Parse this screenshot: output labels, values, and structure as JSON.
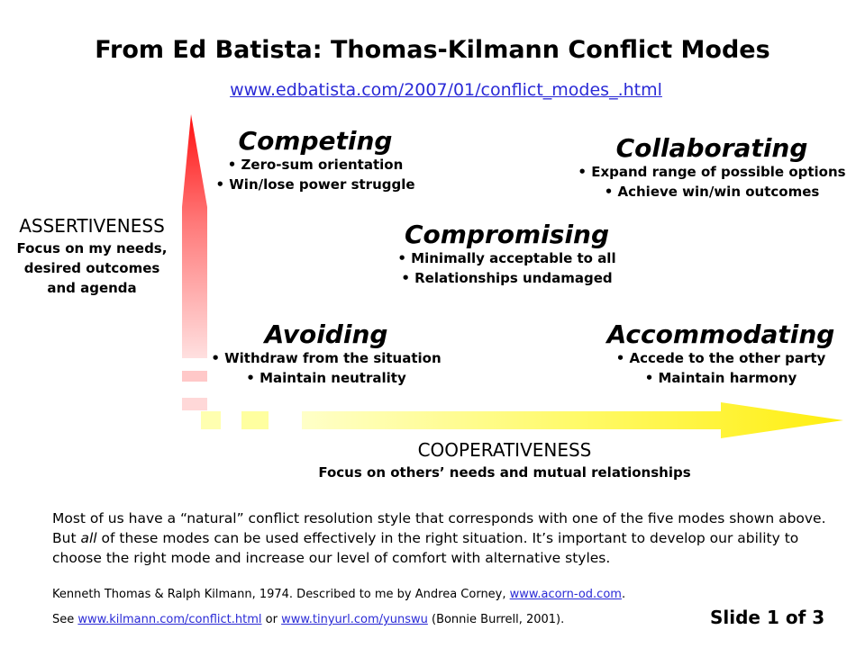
{
  "title": "From Ed Batista: Thomas-Kilmann Conflict Modes",
  "source_link": "www.edbatista.com/2007/01/conflict_modes_.html",
  "modes": {
    "competing": {
      "name": "Competing",
      "bullets": [
        "• Zero-sum orientation",
        "• Win/lose power struggle"
      ]
    },
    "collaborating": {
      "name": "Collaborating",
      "bullets": [
        "• Expand range of possible options",
        "• Achieve win/win outcomes"
      ]
    },
    "compromising": {
      "name": "Compromising",
      "bullets": [
        "• Minimally acceptable to all",
        "• Relationships undamaged"
      ]
    },
    "avoiding": {
      "name": "Avoiding",
      "bullets": [
        "• Withdraw from the situation",
        "• Maintain neutrality"
      ]
    },
    "accommodating": {
      "name": "Accommodating",
      "bullets": [
        "• Accede to the other party",
        "• Maintain harmony"
      ]
    }
  },
  "y_axis": {
    "title": "ASSERTIVENESS",
    "lines": [
      "Focus on my needs,",
      "desired outcomes",
      "and agenda"
    ],
    "color": "#ff2222"
  },
  "x_axis": {
    "title": "COOPERATIVENESS",
    "subtitle": "Focus on others’ needs and mutual relationships",
    "color": "#ffee22"
  },
  "note": {
    "part1": "Most of us have a “natural” conflict resolution style that corresponds with one of the five modes shown above.  But ",
    "emphasis": "all",
    "part2": " of these modes can be used effectively in the right situation.  It’s important to develop our ability to choose the right mode and increase our level of comfort with alternative styles."
  },
  "references": {
    "line1_text": "Kenneth Thomas & Ralph Kilmann, 1974.   Described to me by Andrea Corney, ",
    "line1_link": "www.acorn-od.com",
    "line1_end": ".",
    "line2_see": "See ",
    "line2_link1": "www.kilmann.com/conflict.html",
    "line2_or": " or ",
    "line2_link2": "www.tinyurl.com/yunswu",
    "line2_end": " (Bonnie Burrell, 2001)."
  },
  "slide_number": "Slide 1 of 3"
}
